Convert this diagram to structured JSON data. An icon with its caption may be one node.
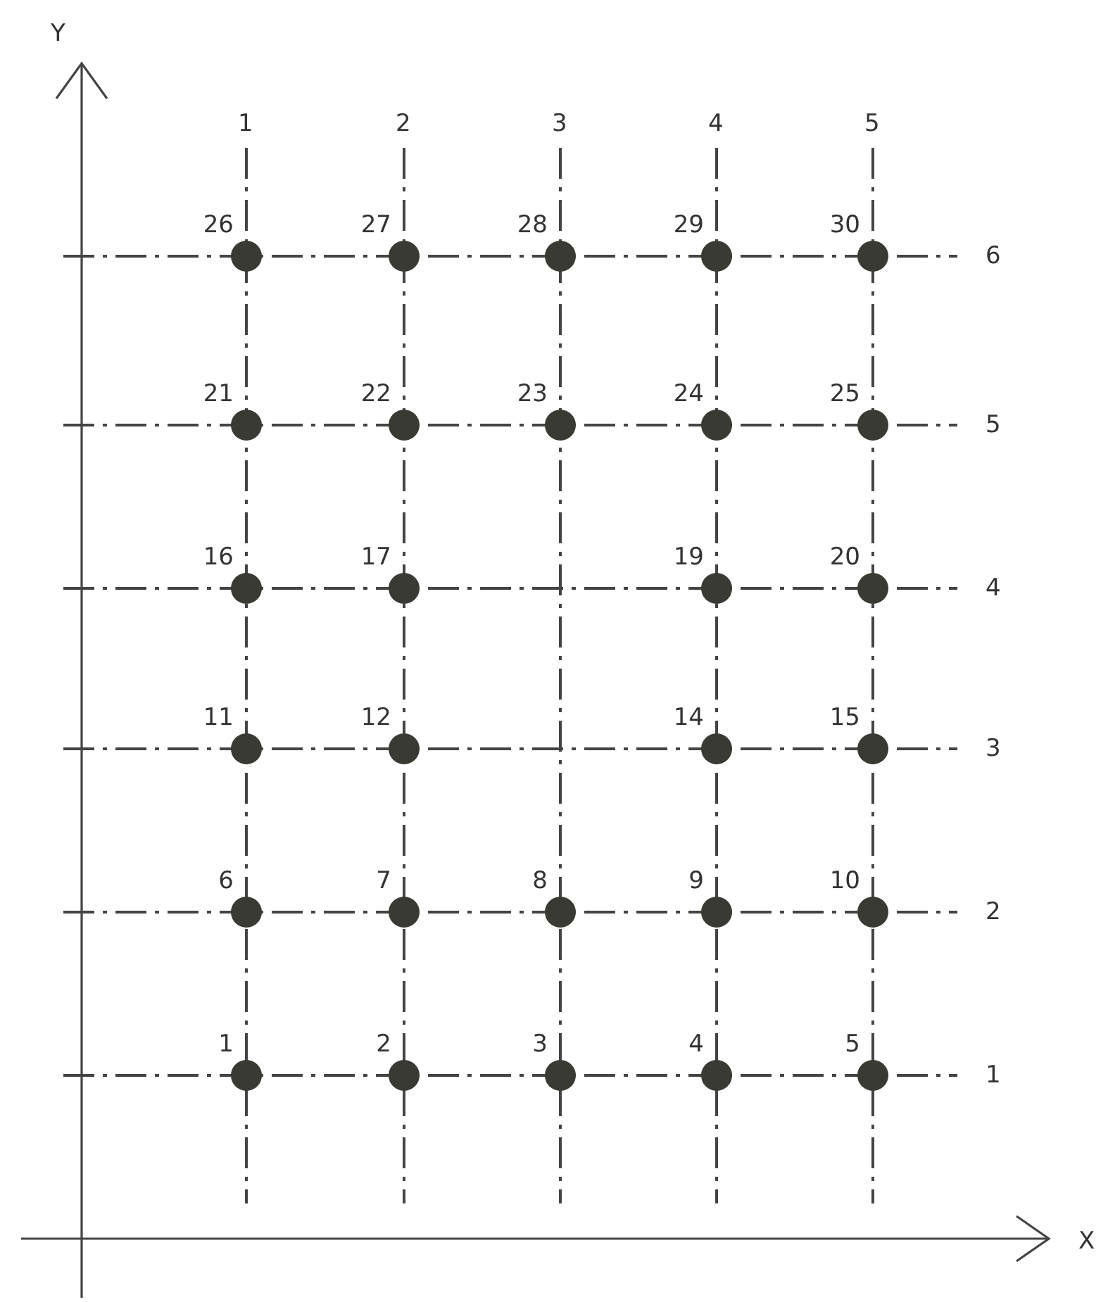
{
  "diagram": {
    "nodes": [
      {
        "text": [
          "26"
        ]
      },
      {
        "text": [
          "27"
        ]
      },
      {
        "text": [
          "28"
        ]
      },
      {
        "text": [
          "29"
        ]
      },
      {
        "text": [
          "30"
        ]
      },
      {
        "text": [
          "21"
        ]
      },
      {
        "text": [
          "22"
        ]
      },
      {
        "text": [
          "23"
        ]
      },
      {
        "text": [
          "24"
        ]
      },
      {
        "text": [
          "25"
        ]
      },
      {
        "text": [
          "16"
        ]
      },
      {
        "text": [
          "17"
        ]
      },
      {
        "text": [
          "19"
        ]
      },
      {
        "text": [
          "20"
        ]
      },
      {
        "text": [
          "11"
        ]
      },
      {
        "text": [
          "12"
        ]
      },
      {
        "text": [
          "14"
        ]
      },
      {
        "text": [
          "15"
        ]
      },
      {
        "text": [
          "6"
        ]
      },
      {
        "text": [
          "7"
        ]
      },
      {
        "text": [
          "8"
        ]
      },
      {
        "text": [
          "9"
        ]
      },
      {
        "text": [
          "10"
        ]
      },
      {
        "text": [
          "1"
        ]
      },
      {
        "text": [
          "2"
        ]
      },
      {
        "text": [
          "3"
        ]
      },
      {
        "text": [
          "4"
        ]
      },
      {
        "text": [
          "5"
        ]
      }
    ],
    "labels": [
      "Y",
      "1",
      "2",
      "3",
      "4",
      "5",
      "6",
      "5",
      "4",
      "3",
      "2",
      "1",
      "X"
    ]
  }
}
